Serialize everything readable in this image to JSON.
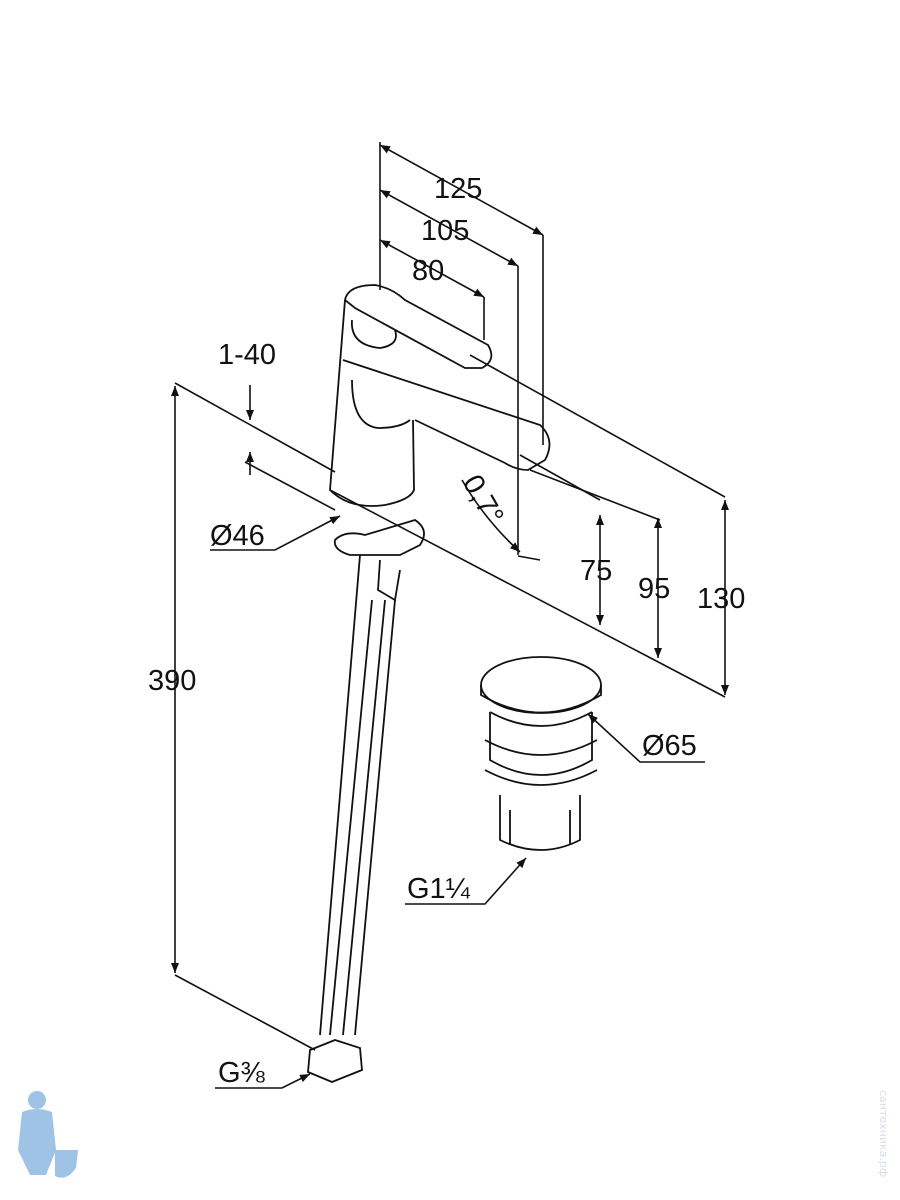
{
  "drawing": {
    "title": "Basin mixer dimension drawing",
    "dimensions": {
      "length_125": "125",
      "length_105": "105",
      "length_80": "80",
      "deck_thickness": "1-40",
      "base_diameter": "Ø46",
      "spout_angle": "0,7°",
      "height_75": "75",
      "height_95": "95",
      "height_130": "130",
      "hose_length": "390",
      "drain_diameter": "Ø65",
      "drain_thread": "G1¼",
      "hose_thread": "G⅜"
    },
    "watermark": "сантехника.рф",
    "colors": {
      "line": "#111111",
      "watermark": "#d8dde6",
      "logo": "#9ec3e6"
    }
  }
}
